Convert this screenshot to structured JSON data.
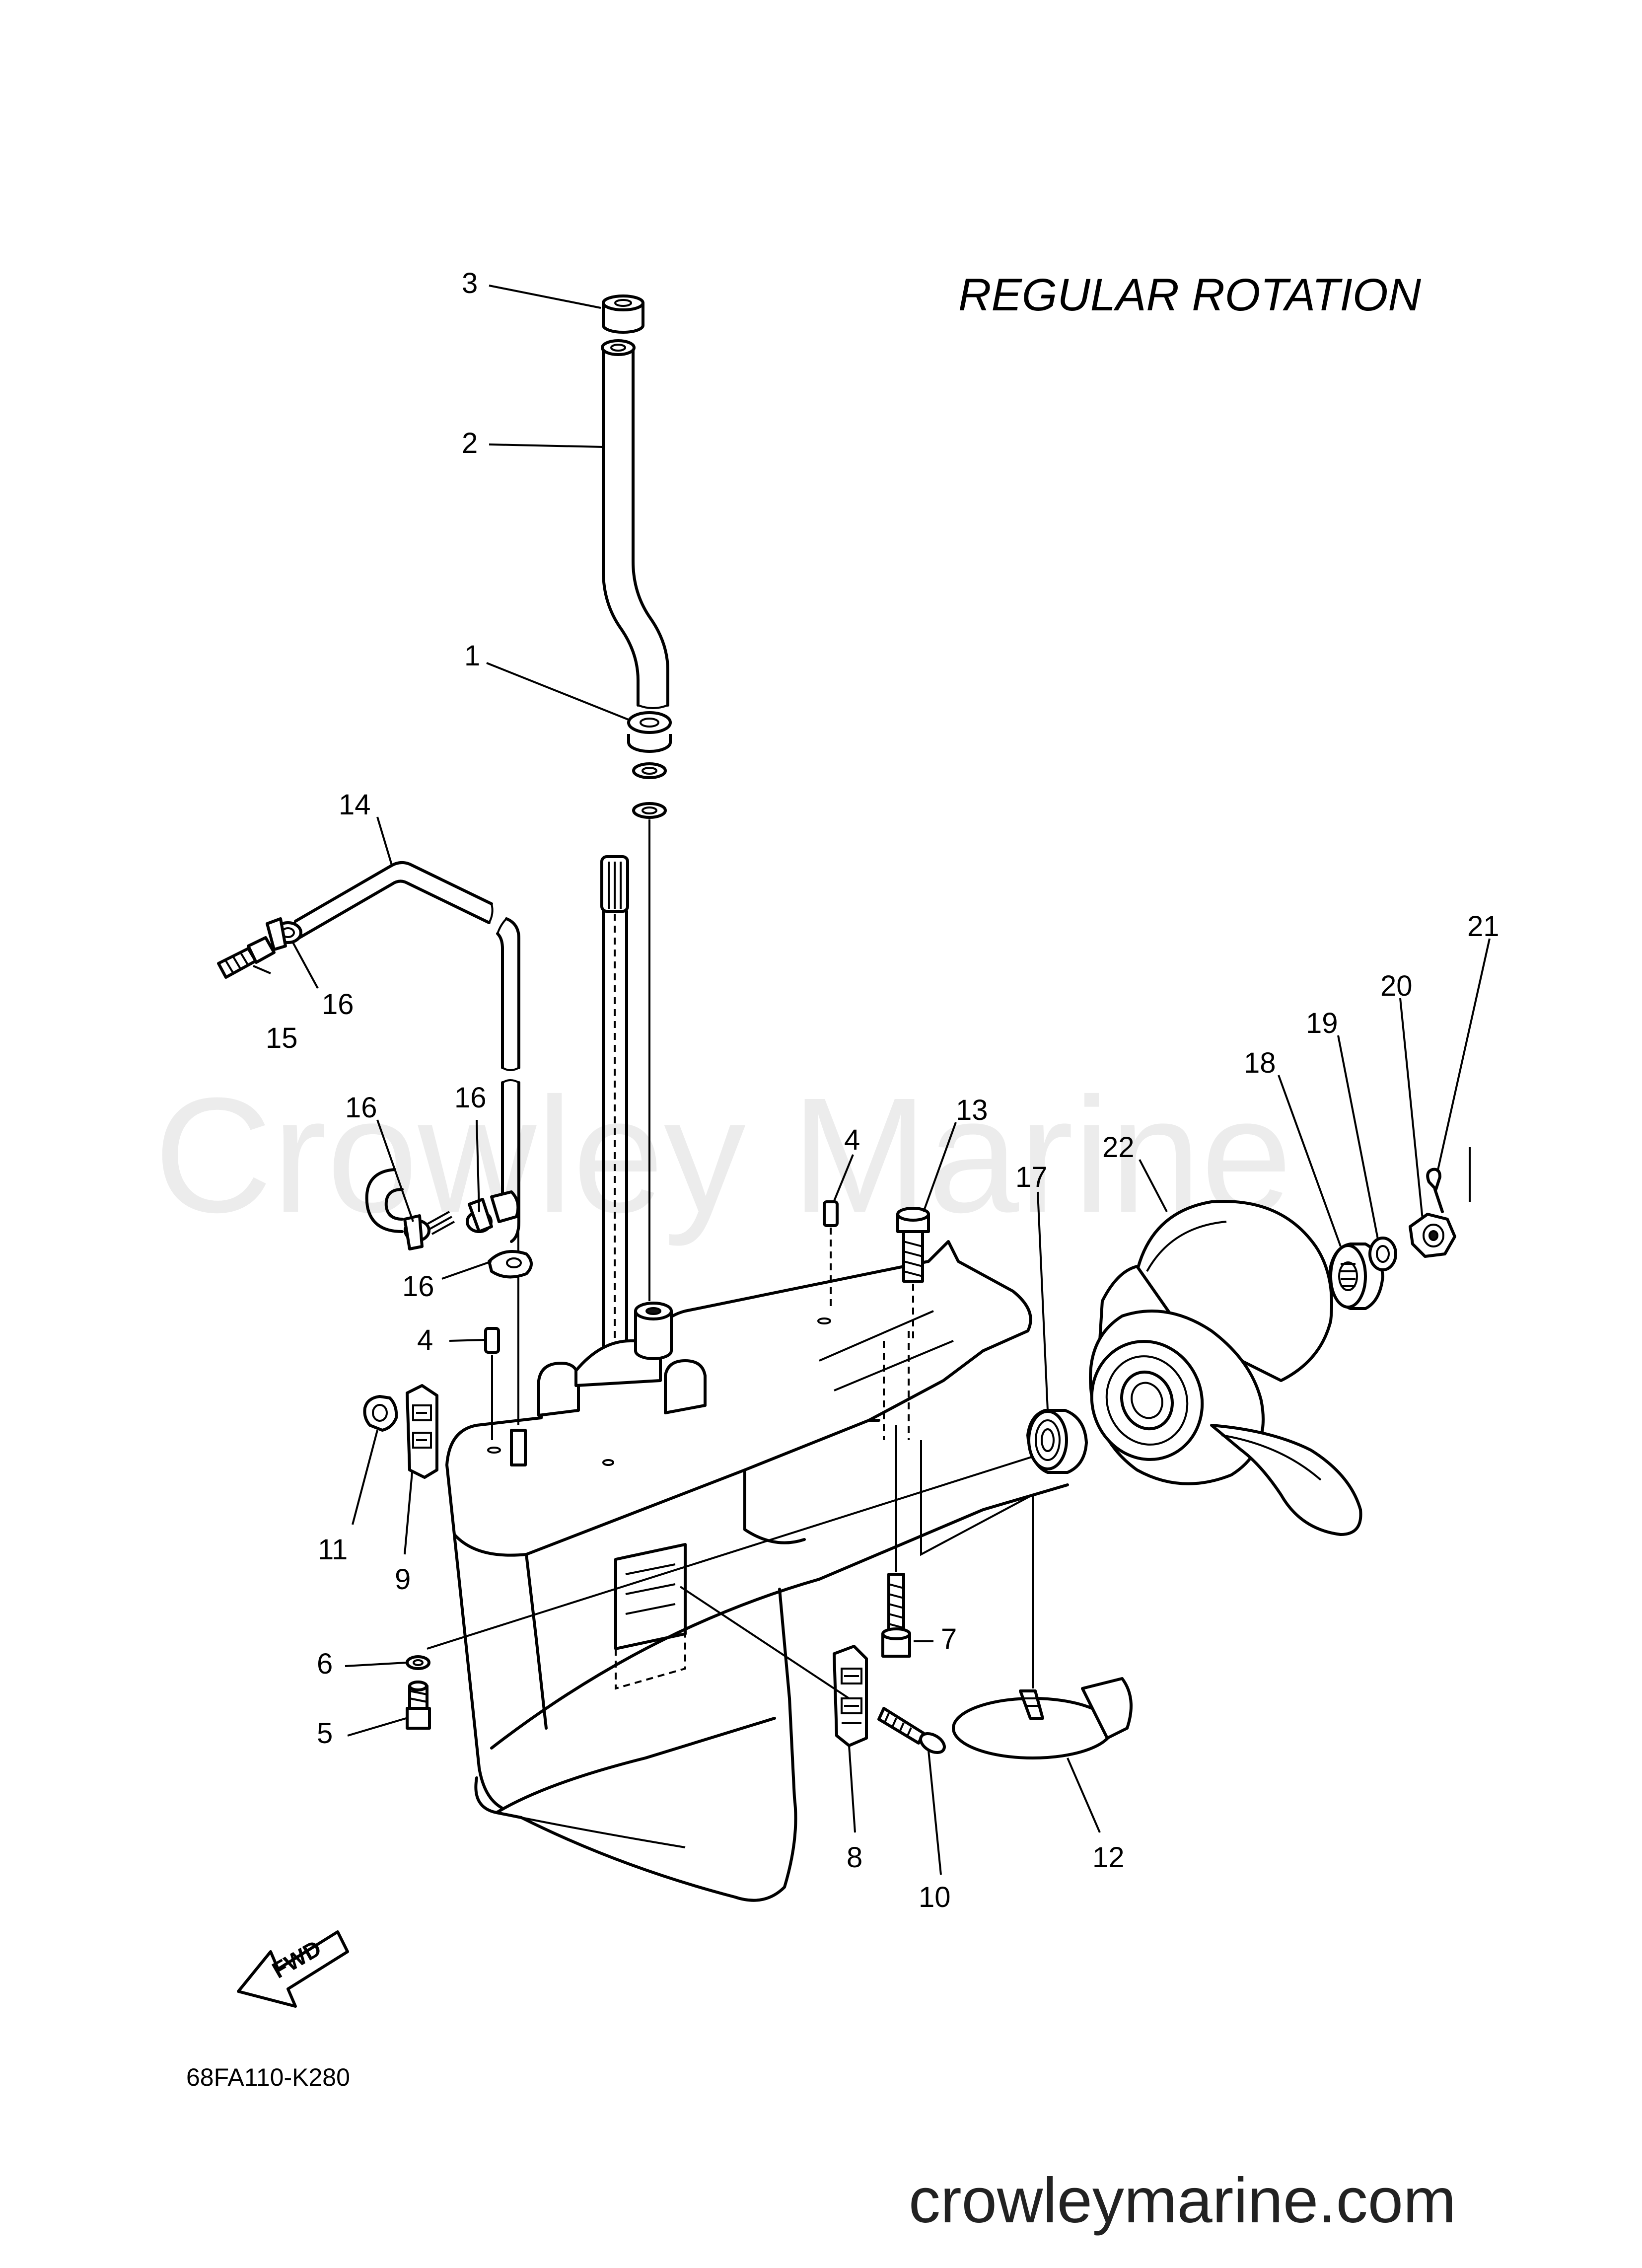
{
  "title": "REGULAR ROTATION",
  "watermark": "Crowley Marine",
  "diagram_code": "68FA110-K280",
  "website": "crowleymarine.com",
  "fwd_label": "FWD",
  "callouts": {
    "c1": "1",
    "c2": "2",
    "c3": "3",
    "c4a": "4",
    "c4b": "4",
    "c5": "5",
    "c6": "6",
    "c7": "7",
    "c8": "8",
    "c9": "9",
    "c10": "10",
    "c11": "11",
    "c12": "12",
    "c13": "13",
    "c14": "14",
    "c15": "15",
    "c16a": "16",
    "c16b": "16",
    "c16c": "16",
    "c16d": "16",
    "c17": "17",
    "c18": "18",
    "c19": "19",
    "c20": "20",
    "c21": "21",
    "c22": "22"
  }
}
